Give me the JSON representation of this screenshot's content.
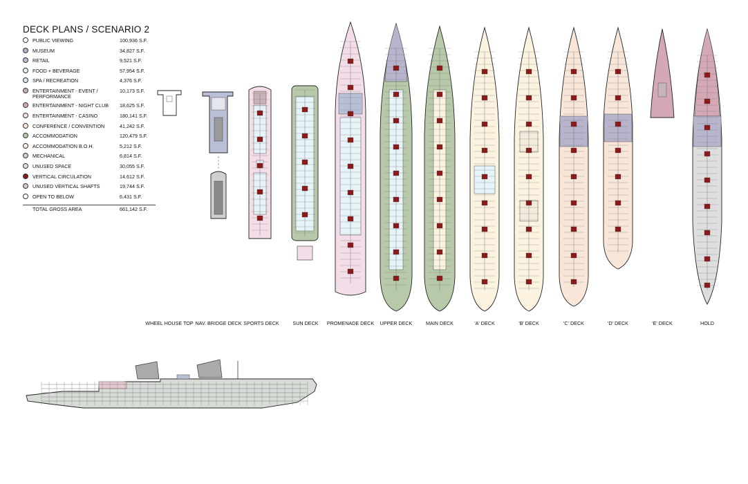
{
  "title": "DECK PLANS / SCENARIO 2",
  "legend": [
    {
      "label": "PUBLIC VIEWING",
      "area": "100,936 S.F.",
      "color": "#ffffff"
    },
    {
      "label": "MUSEUM",
      "area": "34,827 S.F.",
      "color": "#b7b4cc"
    },
    {
      "label": "RETAIL",
      "area": "9,521 S.F.",
      "color": "#b9bfd6"
    },
    {
      "label": "FOOD + BEVERAGE",
      "area": "57,954 S.F.",
      "color": "#e6f3f8"
    },
    {
      "label": "SPA / RECREATION",
      "area": "4,376 S.F.",
      "color": "#d6eaf2"
    },
    {
      "label": "ENTERTAINMENT - EVENT / PERFORMANCE",
      "area": "10,173 S.F.",
      "color": "#c8b4b8"
    },
    {
      "label": "ENTERTAINMENT - NIGHT CLUB",
      "area": "18,625 S.F.",
      "color": "#d4a8b4"
    },
    {
      "label": "ENTERTAINMENT - CASINO",
      "area": "180,141 S.F.",
      "color": "#f3dde8"
    },
    {
      "label": "CONFERENCE / CONVENTION",
      "area": "41,242 S.F.",
      "color": "#f8e6d8"
    },
    {
      "label": "ACCOMMODATION",
      "area": "120,479 S.F.",
      "color": "#b7c9a9"
    },
    {
      "label": "ACCOMMODATION B.O.H.",
      "area": "5,212 S.F.",
      "color": "#fbf3e0"
    },
    {
      "label": "MECHANICAL",
      "area": "6,814 S.F.",
      "color": "#cfcfcf"
    },
    {
      "label": "UNUSED SPACE",
      "area": "30,055 S.F.",
      "color": "#dedede"
    },
    {
      "label": "VERTICAL CIRCULATION",
      "area": "14,612 S.F.",
      "color": "#8b1a1a"
    },
    {
      "label": "UNUSED VERTICAL SHAFTS",
      "area": "19,744 S.F.",
      "color": "#d8c8c8"
    },
    {
      "label": "OPEN TO BELOW",
      "area": "6,431 S.F.",
      "color": "#ffffff"
    }
  ],
  "total": {
    "label": "TOTAL GROSS AREA",
    "area": "661,142 S.F."
  },
  "decks": [
    {
      "name": "WHEEL HOUSE TOP",
      "fill": "#ffffff"
    },
    {
      "name": "NAV. BRIDGE DECK",
      "fill": "#b9bfd6"
    },
    {
      "name": "SPORTS DECK",
      "fill": "#f3dde8"
    },
    {
      "name": "SUN DECK",
      "fill": "#b7c9a9"
    },
    {
      "name": "PROMENADE DECK",
      "fill": "#f3dde8"
    },
    {
      "name": "UPPER DECK",
      "fill": "#b7c9a9"
    },
    {
      "name": "MAIN DECK",
      "fill": "#b7c9a9"
    },
    {
      "name": "'A' DECK",
      "fill": "#fbf3e0"
    },
    {
      "name": "'B' DECK",
      "fill": "#fbf3e0"
    },
    {
      "name": "'C' DECK",
      "fill": "#f8e6d8"
    },
    {
      "name": "'D' DECK",
      "fill": "#f8e6d8"
    },
    {
      "name": "'E' DECK",
      "fill": "#d4a8b4"
    },
    {
      "name": "HOLD",
      "fill": "#dedede"
    }
  ]
}
